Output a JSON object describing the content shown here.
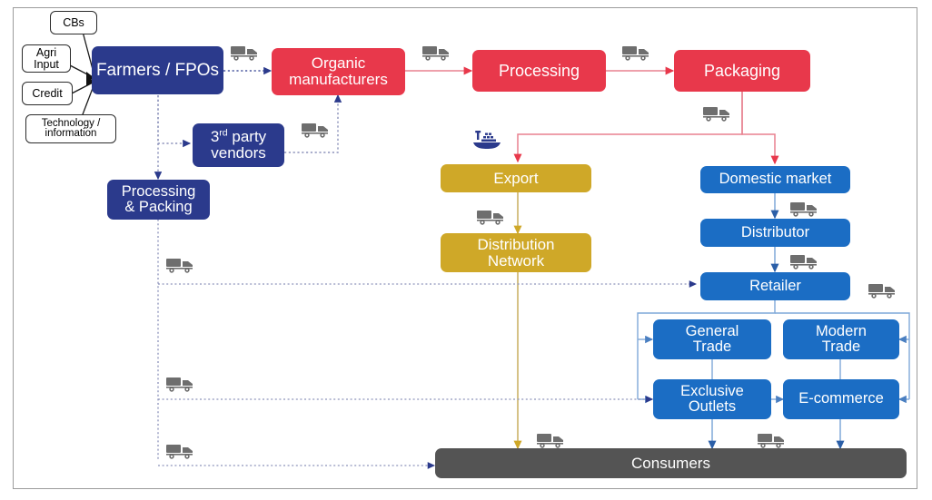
{
  "diagram": {
    "title": "Organic agri-produce supply chain flow",
    "palette": {
      "navy": "#2B3A8C",
      "blue": "#1B6DC4",
      "red": "#E8384B",
      "gold": "#CFA828",
      "grey": "#545454",
      "white": "#FFFFFF",
      "frame_border": "#9C9C9C"
    },
    "inputs": [
      {
        "id": "cbs",
        "label": "CBs"
      },
      {
        "id": "agri-input",
        "label": "Agri Input"
      },
      {
        "id": "credit",
        "label": "Credit"
      },
      {
        "id": "technology-information",
        "label": "Technology / information"
      }
    ],
    "nodes": [
      {
        "id": "farmers-fpos",
        "label": "Farmers / FPOs",
        "color": "navy"
      },
      {
        "id": "third-party-vendors",
        "label": "3rd party vendors",
        "color": "navy"
      },
      {
        "id": "processing-packing",
        "label": "Processing & Packing",
        "color": "navy"
      },
      {
        "id": "organic-manufacturers",
        "label": "Organic manufacturers",
        "color": "red"
      },
      {
        "id": "processing",
        "label": "Processing",
        "color": "red"
      },
      {
        "id": "packaging",
        "label": "Packaging",
        "color": "red"
      },
      {
        "id": "export",
        "label": "Export",
        "color": "gold"
      },
      {
        "id": "distribution-network",
        "label": "Distribution Network",
        "color": "gold"
      },
      {
        "id": "domestic-market",
        "label": "Domestic market",
        "color": "blue"
      },
      {
        "id": "distributor",
        "label": "Distributor",
        "color": "blue"
      },
      {
        "id": "retailer",
        "label": "Retailer",
        "color": "blue"
      },
      {
        "id": "general-trade",
        "label": "General Trade",
        "color": "blue"
      },
      {
        "id": "modern-trade",
        "label": "Modern Trade",
        "color": "blue"
      },
      {
        "id": "exclusive-outlets",
        "label": "Exclusive Outlets",
        "color": "blue"
      },
      {
        "id": "e-commerce",
        "label": "E-commerce",
        "color": "blue"
      },
      {
        "id": "consumers",
        "label": "Consumers",
        "color": "grey"
      }
    ],
    "labels": {
      "cbs": "CBs",
      "agri_input_line1": "Agri",
      "agri_input_line2": "Input",
      "credit": "Credit",
      "technology_line1": "Technology /",
      "technology_line2": "information",
      "farmers": "Farmers / FPOs",
      "third_party_line1_pre": "3",
      "third_party_line1_sup": "rd",
      "third_party_line1_post": " party",
      "third_party_line2": "vendors",
      "processing_packing_line1": "Processing",
      "processing_packing_line2": "& Packing",
      "organic_line1": "Organic",
      "organic_line2": "manufacturers",
      "processing": "Processing",
      "packaging": "Packaging",
      "export": "Export",
      "distribution_line1": "Distribution",
      "distribution_line2": "Network",
      "domestic_market": "Domestic market",
      "distributor": "Distributor",
      "retailer": "Retailer",
      "general_line1": "General",
      "general_line2": "Trade",
      "modern_line1": "Modern",
      "modern_line2": "Trade",
      "exclusive_line1": "Exclusive",
      "exclusive_line2": "Outlets",
      "ecommerce": "E-commerce",
      "consumers": "Consumers"
    },
    "icons": {
      "truck": "truck-icon",
      "ship": "ship-icon",
      "truck_count": 13,
      "ship_count": 1
    }
  }
}
